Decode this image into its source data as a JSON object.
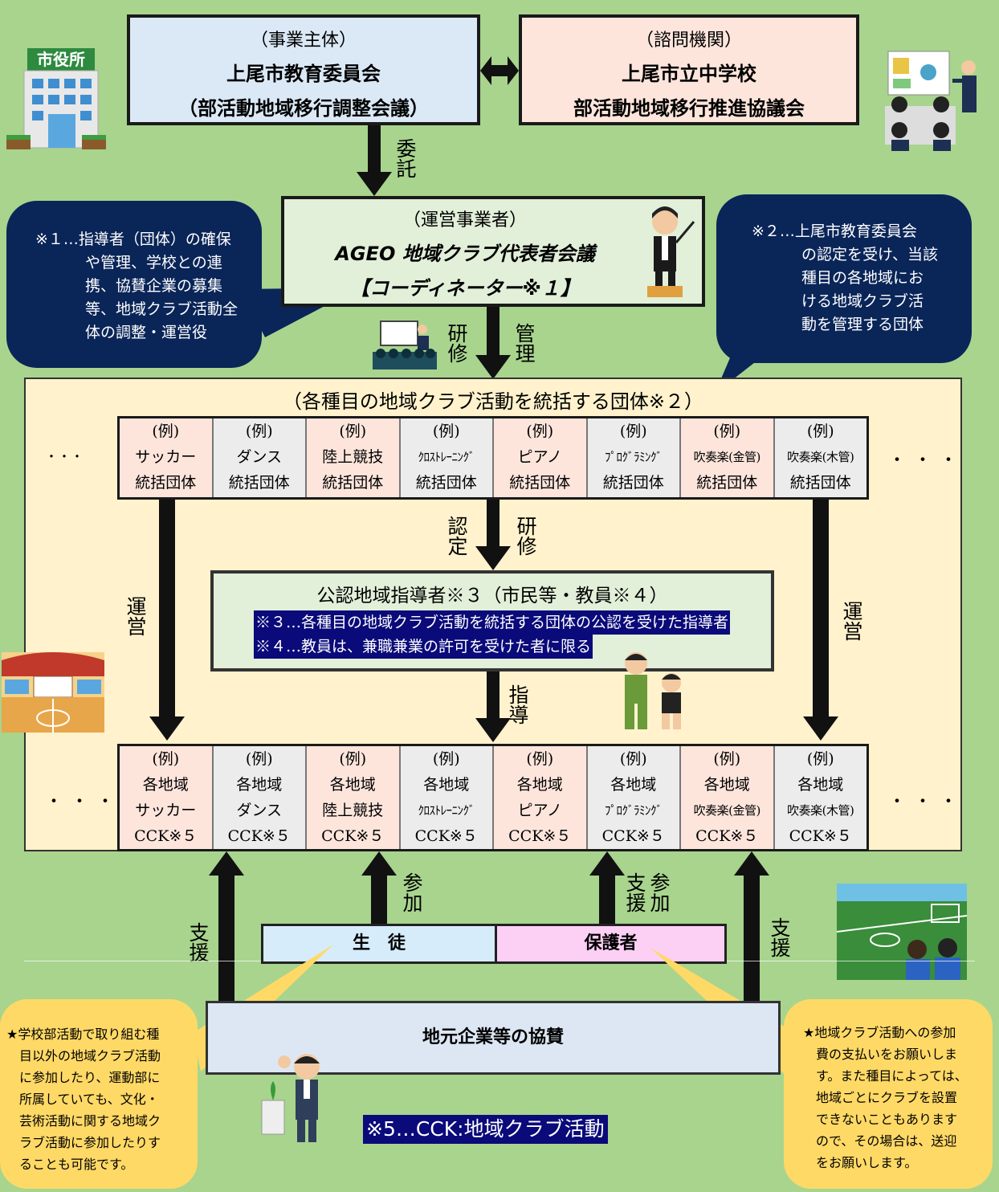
{
  "top": {
    "left": {
      "l1": "（事業主体）",
      "l2": "上尾市教育委員会",
      "l3": "（部活動地域移行調整会議）"
    },
    "right": {
      "l1": "（諮問機関）",
      "l2": "上尾市立中学校",
      "l3": "部活動地域移行推進協議会"
    },
    "city_hall_sign": "市役所"
  },
  "labels": {
    "entrust": "委託",
    "training": "研修",
    "manage": "管理",
    "certify": "認定",
    "training2": "研修",
    "operate_left": "運営",
    "operate_right": "運営",
    "guide": "指導",
    "join1": "参加",
    "support_join": "支援",
    "join2": "参加",
    "support_left": "支援",
    "support_right": "支援"
  },
  "operator": {
    "l1": "（運営事業者）",
    "l2": "AGEO 地域クラブ代表者会議",
    "l3": "【コーディネーター※１】"
  },
  "note1": {
    "lines": [
      "※１…指導者（団体）の確保",
      "や管理、学校との連",
      "携、協賛企業の募集",
      "等、地域クラブ活動全",
      "体の調整・運営役"
    ]
  },
  "note2": {
    "lines": [
      "※２…上尾市教育委員会",
      "の認定を受け、当該",
      "種目の各地域にお",
      "ける地域クラブ活",
      "動を管理する団体"
    ]
  },
  "org_title": "（各種目の地域クラブ活動を統括する団体※２）",
  "dots": "・・・",
  "groups": [
    {
      "l1": "(例)",
      "l2": "サッカー",
      "l3": "統括団体",
      "color": "pink",
      "small": false
    },
    {
      "l1": "(例)",
      "l2": "ダンス",
      "l3": "統括団体",
      "color": "gray",
      "small": false
    },
    {
      "l1": "(例)",
      "l2": "陸上競技",
      "l3": "統括団体",
      "color": "pink",
      "small": false
    },
    {
      "l1": "(例)",
      "l2": "ｸﾛｽﾄﾚｰﾆﾝｸﾞ",
      "l3": "統括団体",
      "color": "gray",
      "small": true
    },
    {
      "l1": "(例)",
      "l2": "ピアノ",
      "l3": "統括団体",
      "color": "pink",
      "small": false
    },
    {
      "l1": "(例)",
      "l2": "ﾌﾟﾛｸﾞﾗﾐﾝｸﾞ",
      "l3": "統括団体",
      "color": "gray",
      "small": true
    },
    {
      "l1": "(例)",
      "l2": "吹奏楽(金管)",
      "l3": "統括団体",
      "color": "pink",
      "small": true
    },
    {
      "l1": "(例)",
      "l2": "吹奏楽(木管)",
      "l3": "統括団体",
      "color": "gray",
      "small": true
    }
  ],
  "clubs": [
    {
      "l1": "(例)",
      "l2": "各地域",
      "l3": "サッカー",
      "l4": "CCK※５",
      "color": "pink",
      "small": false
    },
    {
      "l1": "(例)",
      "l2": "各地域",
      "l3": "ダンス",
      "l4": "CCK※５",
      "color": "gray",
      "small": false
    },
    {
      "l1": "(例)",
      "l2": "各地域",
      "l3": "陸上競技",
      "l4": "CCK※５",
      "color": "pink",
      "small": false
    },
    {
      "l1": "(例)",
      "l2": "各地域",
      "l3": "ｸﾛｽﾄﾚｰﾆﾝｸﾞ",
      "l4": "CCK※５",
      "color": "gray",
      "small": true
    },
    {
      "l1": "(例)",
      "l2": "各地域",
      "l3": "ピアノ",
      "l4": "CCK※５",
      "color": "pink",
      "small": false
    },
    {
      "l1": "(例)",
      "l2": "各地域",
      "l3": "ﾌﾟﾛｸﾞﾗﾐﾝｸﾞ",
      "l4": "CCK※５",
      "color": "gray",
      "small": true
    },
    {
      "l1": "(例)",
      "l2": "各地域",
      "l3": "吹奏楽(金管)",
      "l4": "CCK※５",
      "color": "pink",
      "small": true
    },
    {
      "l1": "(例)",
      "l2": "各地域",
      "l3": "吹奏楽(木管)",
      "l4": "CCK※５",
      "color": "gray",
      "small": true
    }
  ],
  "instructor": {
    "title": "公認地域指導者※３（市民等・教員※４）",
    "n3": "※３…各種目の地域クラブ活動を統括する団体の公認を受けた指導者",
    "n4": "※４…教員は、兼職兼業の許可を受けた者に限る"
  },
  "students": "生　徒",
  "parents": "保護者",
  "sponsor": "地元企業等の協賛",
  "note5": "※5…CCK:地域クラブ活動",
  "left_note": {
    "lines": [
      "★学校部活動で取り組む種",
      "目以外の地域クラブ活動",
      "に参加したり、運動部に",
      "所属していても、文化・",
      "芸術活動に関する地域ク",
      "ラブ活動に参加したりす",
      "ることも可能です。"
    ]
  },
  "right_note": {
    "lines": [
      "★地域クラブ活動への参加",
      "費の支払いをお願いしま",
      "す。また種目によっては、",
      "地域ごとにクラブを設置",
      "できないこともあります",
      "ので、その場合は、送迎",
      "をお願いします。"
    ]
  },
  "colors": {
    "bg": "#a8d48e",
    "navy": "#0a2558",
    "pink": "#fde5dc",
    "blue": "#dbe9f7",
    "cream": "#fff2cc",
    "yellow": "#ffd966"
  }
}
